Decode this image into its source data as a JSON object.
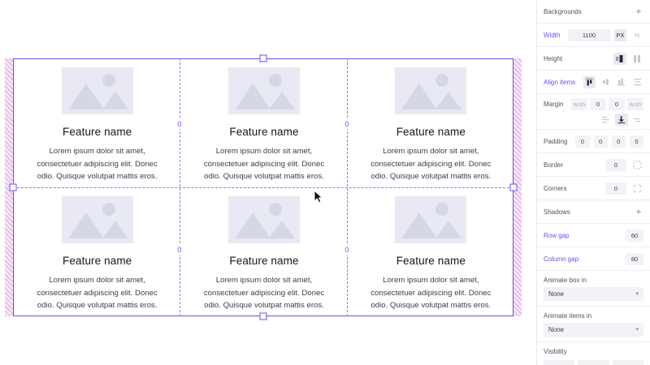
{
  "canvas": {
    "selection": {
      "gap_labels": [
        "0",
        "0",
        "0",
        "0"
      ],
      "handles": [
        "handle-top",
        "handle-bottom",
        "handle-left",
        "handle-right"
      ],
      "accent_color": "#6c4ff0",
      "margin_color": "#e296d7"
    },
    "cards": [
      {
        "title": "Feature name",
        "body": "Lorem ipsum dolor sit amet, consectetuer adipiscing elit. Donec odio. Quisque volutpat mattis eros.",
        "thumb": "image-placeholder-icon"
      },
      {
        "title": "Feature name",
        "body": "Lorem ipsum dolor sit amet, consectetuer adipiscing elit. Donec odio. Quisque volutpat mattis eros.",
        "thumb": "image-placeholder-icon"
      },
      {
        "title": "Feature name",
        "body": "Lorem ipsum dolor sit amet, consectetuer adipiscing elit. Donec odio. Quisque volutpat mattis eros.",
        "thumb": "image-placeholder-icon"
      },
      {
        "title": "Feature name",
        "body": "Lorem ipsum dolor sit amet, consectetuer adipiscing elit. Donec odio. Quisque volutpat mattis eros.",
        "thumb": "image-placeholder-icon"
      },
      {
        "title": "Feature name",
        "body": "Lorem ipsum dolor sit amet, consectetuer adipiscing elit. Donec odio. Quisque volutpat mattis eros.",
        "thumb": "image-placeholder-icon"
      },
      {
        "title": "Feature name",
        "body": "Lorem ipsum dolor sit amet, consectetuer adipiscing elit. Donec odio. Quisque volutpat mattis eros.",
        "thumb": "image-placeholder-icon"
      }
    ]
  },
  "panel": {
    "backgrounds": {
      "label": "Backgrounds",
      "add": "+"
    },
    "width": {
      "label": "Width",
      "value": "1100",
      "unit_px": "PX",
      "unit_pct": "%"
    },
    "height": {
      "label": "Height"
    },
    "align_items": {
      "label": "Align items"
    },
    "margin": {
      "label": "Margin",
      "values": [
        "auto",
        "0",
        "0",
        "auto"
      ]
    },
    "padding": {
      "label": "Padding",
      "values": [
        "0",
        "0",
        "0",
        "0"
      ]
    },
    "border": {
      "label": "Border",
      "value": "0"
    },
    "corners": {
      "label": "Corners",
      "value": "0"
    },
    "shadows": {
      "label": "Shadows",
      "add": "+"
    },
    "row_gap": {
      "label": "Row gap",
      "value": "60"
    },
    "column_gap": {
      "label": "Column gap",
      "value": "80"
    },
    "animate_box_in": {
      "label": "Animate box in",
      "value": "None",
      "chevron": "chevron-down-icon"
    },
    "animate_items_in": {
      "label": "Animate items in",
      "value": "None",
      "chevron": "chevron-down-icon"
    },
    "visibility": {
      "label": "Visibility"
    }
  }
}
